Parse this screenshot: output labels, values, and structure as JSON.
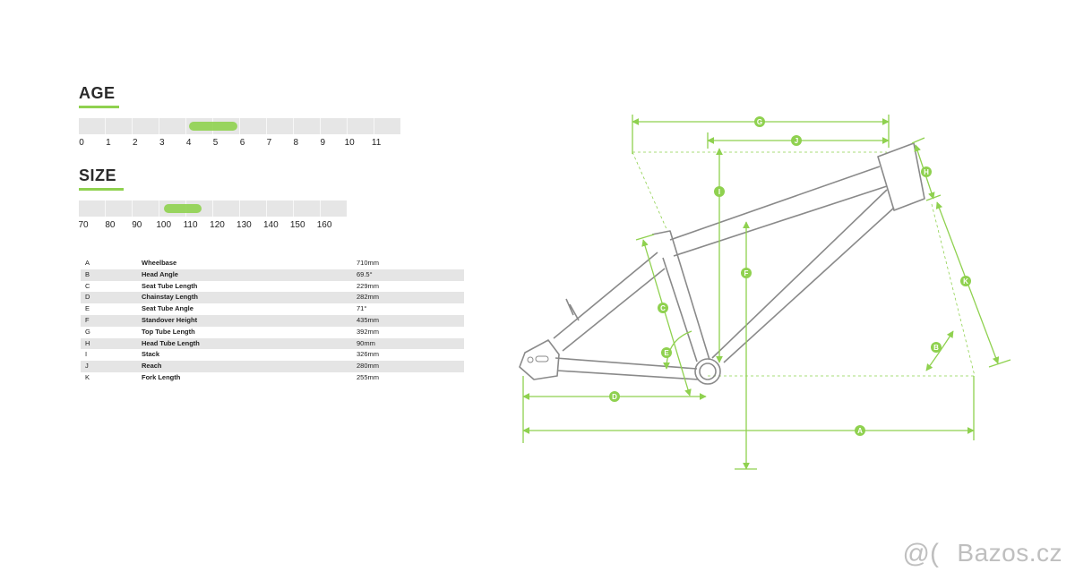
{
  "age": {
    "title": "AGE",
    "ticks": [
      "0",
      "1",
      "2",
      "3",
      "4",
      "5",
      "6",
      "7",
      "8",
      "9",
      "10",
      "11"
    ],
    "highlight_range": [
      4,
      5.8
    ]
  },
  "size": {
    "title": "SIZE",
    "ticks": [
      "70",
      "80",
      "90",
      "100",
      "110",
      "120",
      "130",
      "140",
      "150",
      "160"
    ],
    "highlight_range": [
      100,
      114
    ]
  },
  "specs": [
    {
      "code": "A",
      "name": "Wheelbase",
      "value": "710mm"
    },
    {
      "code": "B",
      "name": "Head Angle",
      "value": "69.5°"
    },
    {
      "code": "C",
      "name": "Seat Tube Length",
      "value": "229mm"
    },
    {
      "code": "D",
      "name": "Chainstay Length",
      "value": "282mm"
    },
    {
      "code": "E",
      "name": "Seat Tube Angle",
      "value": "71°"
    },
    {
      "code": "F",
      "name": "Standover Height",
      "value": "435mm"
    },
    {
      "code": "G",
      "name": "Top Tube Length",
      "value": "392mm"
    },
    {
      "code": "H",
      "name": "Head Tube Length",
      "value": "90mm"
    },
    {
      "code": "I",
      "name": "Stack",
      "value": "326mm"
    },
    {
      "code": "J",
      "name": "Reach",
      "value": "280mm"
    },
    {
      "code": "K",
      "name": "Fork Length",
      "value": "255mm"
    }
  ],
  "diagram": {
    "labels": {
      "A": "A",
      "B": "B",
      "C": "C",
      "D": "D",
      "E": "E",
      "F": "F",
      "G": "G",
      "H": "H",
      "I": "I",
      "J": "J",
      "K": "K"
    }
  },
  "colors": {
    "accent": "#8fd14f",
    "frame_stroke": "#8a8a8a",
    "scale_bg": "#e6e6e6",
    "row_shade": "#e5e5e5"
  },
  "watermark": {
    "logo_icon": "at-circle-icon",
    "text": "Bazos.cz",
    "logo_glyph": "@("
  }
}
